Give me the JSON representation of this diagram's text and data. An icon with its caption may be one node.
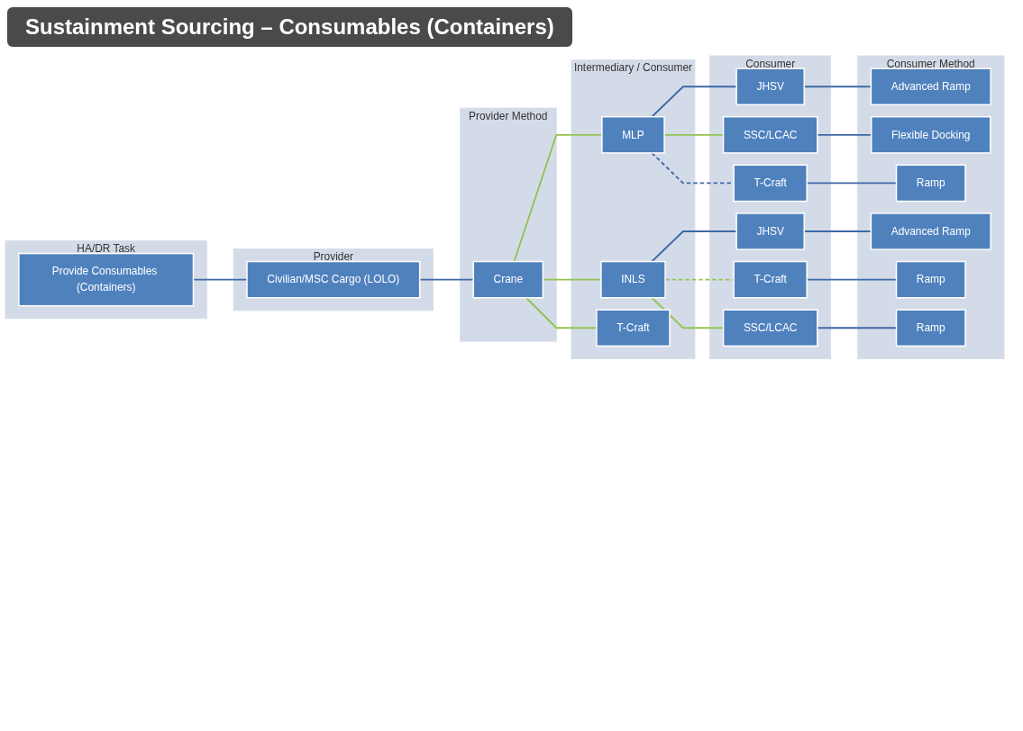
{
  "diagram": {
    "title": "Sustainment Sourcing – Consumables (Containers)",
    "nodes": [
      {
        "text": [
          "HA/DR Task"
        ]
      },
      {
        "text": [
          "Provider"
        ]
      },
      {
        "text": [
          "Provider Method"
        ]
      },
      {
        "text": [
          "Intermediary / Consumer"
        ]
      },
      {
        "text": [
          "Consumer"
        ]
      },
      {
        "text": [
          "Consumer Method"
        ]
      },
      {
        "text": [
          "Provide Consumables (Containers)"
        ],
        "in": 0
      },
      {
        "text": [
          "Civilian/MSC Cargo (LOLO)"
        ],
        "in": 1
      },
      {
        "text": [
          "Crane"
        ],
        "in": 2
      },
      {
        "text": [
          "MLP"
        ],
        "in": 3
      },
      {
        "text": [
          "INLS"
        ],
        "in": 3
      },
      {
        "text": [
          "T-Craft"
        ],
        "in": 3
      },
      {
        "text": [
          "JHSV"
        ],
        "in": 4
      },
      {
        "text": [
          "SSC/LCAC"
        ],
        "in": 4
      },
      {
        "text": [
          "T-Craft"
        ],
        "in": 4
      },
      {
        "text": [
          "JHSV"
        ],
        "in": 4
      },
      {
        "text": [
          "T-Craft"
        ],
        "in": 4
      },
      {
        "text": [
          "SSC/LCAC"
        ],
        "in": 4
      },
      {
        "text": [
          "Advanced Ramp"
        ],
        "in": 5
      },
      {
        "text": [
          "Flexible Docking"
        ],
        "in": 5
      },
      {
        "text": [
          "Ramp"
        ],
        "in": 5
      },
      {
        "text": [
          "Advanced Ramp"
        ],
        "in": 5
      },
      {
        "text": [
          "Ramp"
        ],
        "in": 5
      },
      {
        "text": [
          "Ramp"
        ],
        "in": 5
      }
    ],
    "edges": [
      {
        "from": 6,
        "to": 7,
        "arrow": "none"
      },
      {
        "from": 7,
        "to": 8,
        "arrow": "none"
      },
      {
        "from": 8,
        "to": 9,
        "arrow": "none",
        "color": "#92c353"
      },
      {
        "from": 8,
        "to": 10,
        "arrow": "none",
        "color": "#92c353"
      },
      {
        "from": 8,
        "to": 11,
        "arrow": "none",
        "color": "#92c353"
      },
      {
        "from": 9,
        "to": 12,
        "arrow": "none"
      },
      {
        "from": 9,
        "to": 13,
        "arrow": "none",
        "color": "#92c353"
      },
      {
        "from": 9,
        "to": 14,
        "arrow": "none",
        "style": "dashed"
      },
      {
        "from": 10,
        "to": 15,
        "arrow": "none"
      },
      {
        "from": 10,
        "to": 16,
        "arrow": "none",
        "style": "dashed",
        "color": "#92c353"
      },
      {
        "from": 10,
        "to": 17,
        "arrow": "none",
        "color": "#92c353"
      },
      {
        "from": 12,
        "to": 18,
        "arrow": "none"
      },
      {
        "from": 13,
        "to": 19,
        "arrow": "none"
      },
      {
        "from": 14,
        "to": 20,
        "arrow": "none"
      },
      {
        "from": 15,
        "to": 21,
        "arrow": "none"
      },
      {
        "from": 16,
        "to": 22,
        "arrow": "none"
      },
      {
        "from": 17,
        "to": 23,
        "arrow": "none"
      }
    ]
  }
}
